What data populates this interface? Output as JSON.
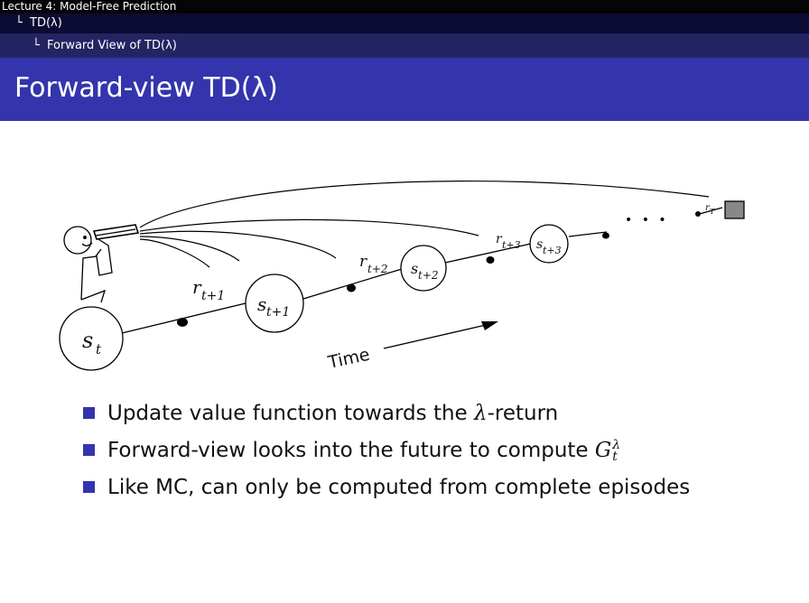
{
  "breadcrumb": {
    "lecture": "Lecture 4: Model-Free Prediction",
    "section_prefix": "└",
    "section": "TD(λ)",
    "subsection_prefix": "└",
    "subsection": "Forward View of TD(λ)"
  },
  "slide": {
    "title": "Forward-view TD(λ)"
  },
  "diagram": {
    "states": {
      "s_t": "s",
      "s_t_sub": "t",
      "s_t1": "s",
      "s_t1_sub": "t+1",
      "s_t2": "s",
      "s_t2_sub": "t+2",
      "s_t3": "s",
      "s_t3_sub": "t+3"
    },
    "rewards": {
      "r_t1": "r",
      "r_t1_sub": "t+1",
      "r_t2": "r",
      "r_t2_sub": "t+2",
      "r_t3": "r",
      "r_t3_sub": "t+3",
      "r_T": "r",
      "r_T_sub": "T"
    },
    "time_label": "Time",
    "ellipsis": "• • •"
  },
  "bullets": [
    {
      "pre": "Update value function towards the ",
      "math": "λ",
      "post": "-return"
    },
    {
      "pre": "Forward-view looks into the future to compute ",
      "math": "G",
      "sup": "λ",
      "sub": "t"
    },
    {
      "pre": "Like MC, can only be computed from complete episodes"
    }
  ],
  "colors": {
    "nav_top": "#050508",
    "nav_mid": "#0b0b33",
    "nav_low": "#242463",
    "title_bar": "#3434ad",
    "bullet": "#3434ad"
  }
}
